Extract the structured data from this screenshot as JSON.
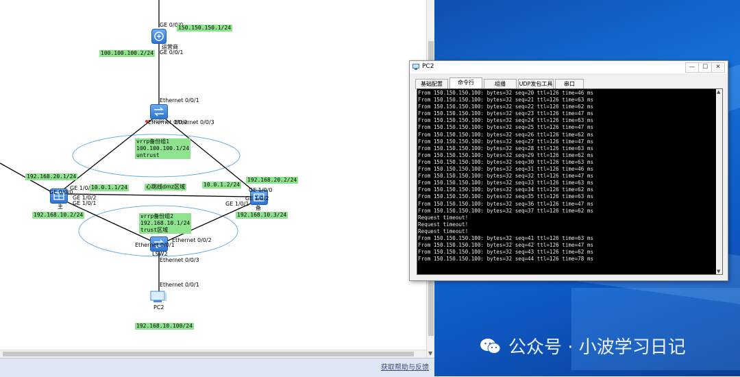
{
  "topology": {
    "lsw1_name": "LSW1",
    "lsw2_name": "LSW2",
    "router_name": "运营商",
    "main_fw_name": "主",
    "backup_fw_name": "备",
    "pc_name": "PC2",
    "ports": {
      "router_top": "GE 0/0/0",
      "router_bottom": "GE 0/0/1",
      "lsw1_top": "Ethernet 0/0/1",
      "lsw1_left": "Ethernet 0/0/2",
      "lsw1_right": "Ethernet 0/0/3",
      "main_g0": "GE 1/0/0",
      "main_g2": "GE 1/0/2",
      "main_g1": "GE 1/0/1",
      "main_label": "GE 0/0/0",
      "backup_g0": "GE 1/0/0",
      "backup_g2": "GE 1/0/2",
      "backup_g1": "GE 1/0/1",
      "lsw2_left": "Ethernet 0/0/1",
      "lsw2_right": "Ethernet 0/0/2",
      "lsw2_bottom": "Ethernet 0/0/3",
      "pc_top": "Ethernet 0/0/1"
    },
    "labels": {
      "isp_ip": "150.150.150.1/24",
      "router_down_ip": "100.100.100.2/24",
      "vrrp1": "vrrp备份组1\n100.100.100.1/24\nuntrust",
      "main_up_ip": "192.168.20.1/24",
      "backup_up_ip": "192.168.20.2/24",
      "heartbeat_main": "10.0.1.1/24",
      "heartbeat_zone": "心跳线dmz区域",
      "heartbeat_backup": "10.0.1.2/24",
      "main_down_ip": "192.168.10.2/24",
      "backup_down_ip": "192.168.10.3/24",
      "vrrp2": "vrrp备份组2\n192.168.10.1/24\ntrust区域",
      "pc_ip": "192.168.10.100/24"
    }
  },
  "statusbar": {
    "help_link": "获取帮助与反馈"
  },
  "pc2_window": {
    "title": "PC2",
    "tabs": [
      "基础配置",
      "命令行",
      "组播",
      "UDP发包工具",
      "串口"
    ],
    "active_tab": 1,
    "console_lines": [
      "From 150.150.150.100: bytes=32 seq=20 ttl=126 time=46 ms",
      "From 150.150.150.100: bytes=32 seq=21 ttl=126 time=63 ms",
      "From 150.150.150.100: bytes=32 seq=22 ttl=126 time=62 ms",
      "From 150.150.150.100: bytes=32 seq=23 ttl=126 time=47 ms",
      "From 150.150.150.100: bytes=32 seq=24 ttl=126 time=63 ms",
      "From 150.150.150.100: bytes=32 seq=25 ttl=126 time=47 ms",
      "From 150.150.150.100: bytes=32 seq=26 ttl=126 time=62 ms",
      "From 150.150.150.100: bytes=32 seq=27 ttl=126 time=47 ms",
      "From 150.150.150.100: bytes=32 seq=28 ttl=126 time=63 ms",
      "From 150.150.150.100: bytes=32 seq=29 ttl=126 time=62 ms",
      "From 150.150.150.100: bytes=32 seq=30 ttl=126 time=63 ms",
      "From 150.150.150.100: bytes=32 seq=31 ttl=126 time=46 ms",
      "From 150.150.150.100: bytes=32 seq=32 ttl=126 time=47 ms",
      "From 150.150.150.100: bytes=32 seq=33 ttl=126 time=63 ms",
      "From 150.150.150.100: bytes=32 seq=34 ttl=126 time=62 ms",
      "From 150.150.150.100: bytes=32 seq=35 ttl=126 time=63 ms",
      "From 150.150.150.100: bytes=32 seq=36 ttl=126 time=47 ms",
      "From 150.150.150.100: bytes=32 seq=37 ttl=126 time=62 ms",
      "Request timeout!",
      "Request timeout!",
      "Request timeout!",
      "From 150.150.150.100: bytes=32 seq=41 ttl=126 time=63 ms",
      "From 150.150.150.100: bytes=32 seq=42 ttl=126 time=47 ms",
      "From 150.150.150.100: bytes=32 seq=43 ttl=126 time=62 ms",
      "From 150.150.150.100: bytes=32 seq=44 ttl=126 time=78 ms"
    ]
  },
  "watermark": {
    "text": "公众号 · 小波学习日记"
  },
  "colors": {
    "label_bg": "#8fe38f",
    "device_blue": "#2d74d4",
    "desktop_blue": "#1670d8"
  }
}
